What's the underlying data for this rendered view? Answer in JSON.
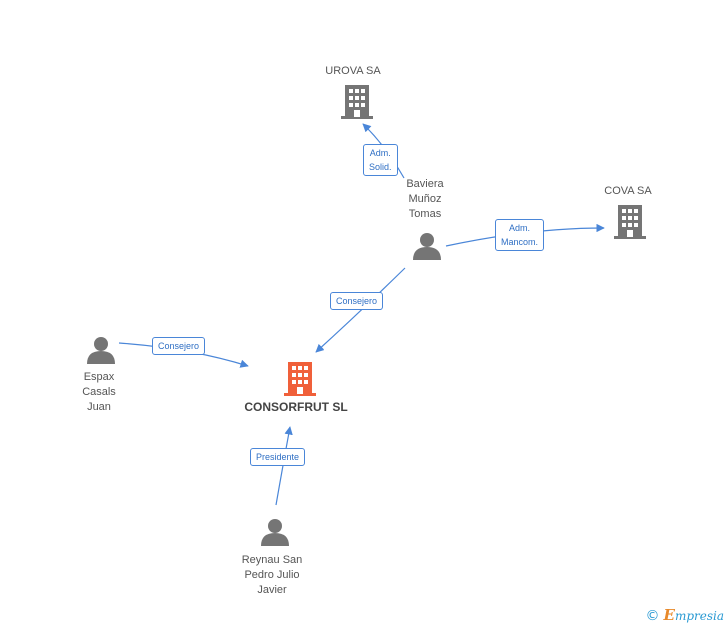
{
  "nodes": {
    "consorfrut": {
      "label": "CONSORFRUT SL",
      "type": "company",
      "color": "#f0603a"
    },
    "urova": {
      "label": "UROVA SA",
      "type": "company",
      "color": "#757575"
    },
    "cova": {
      "label": "COVA SA",
      "type": "company",
      "color": "#757575"
    },
    "baviera": {
      "label": "Baviera\nMuñoz\nTomas",
      "type": "person",
      "color": "#757575"
    },
    "espax": {
      "label": "Espax\nCasals\nJuan",
      "type": "person",
      "color": "#757575"
    },
    "reynau": {
      "label": "Reynau San\nPedro Julio\nJavier",
      "type": "person",
      "color": "#757575"
    }
  },
  "edges": {
    "baviera_urova": {
      "label": "Adm.\nSolid."
    },
    "baviera_cova": {
      "label": "Adm.\nMancom."
    },
    "baviera_consorfrut": {
      "label": "Consejero"
    },
    "espax_consorfrut": {
      "label": "Consejero"
    },
    "reynau_consorfrut": {
      "label": "Presidente"
    }
  },
  "colors": {
    "edge": "#4a86d8"
  },
  "brand": {
    "copyright": "©",
    "initial": "E",
    "rest": "mpresia"
  }
}
